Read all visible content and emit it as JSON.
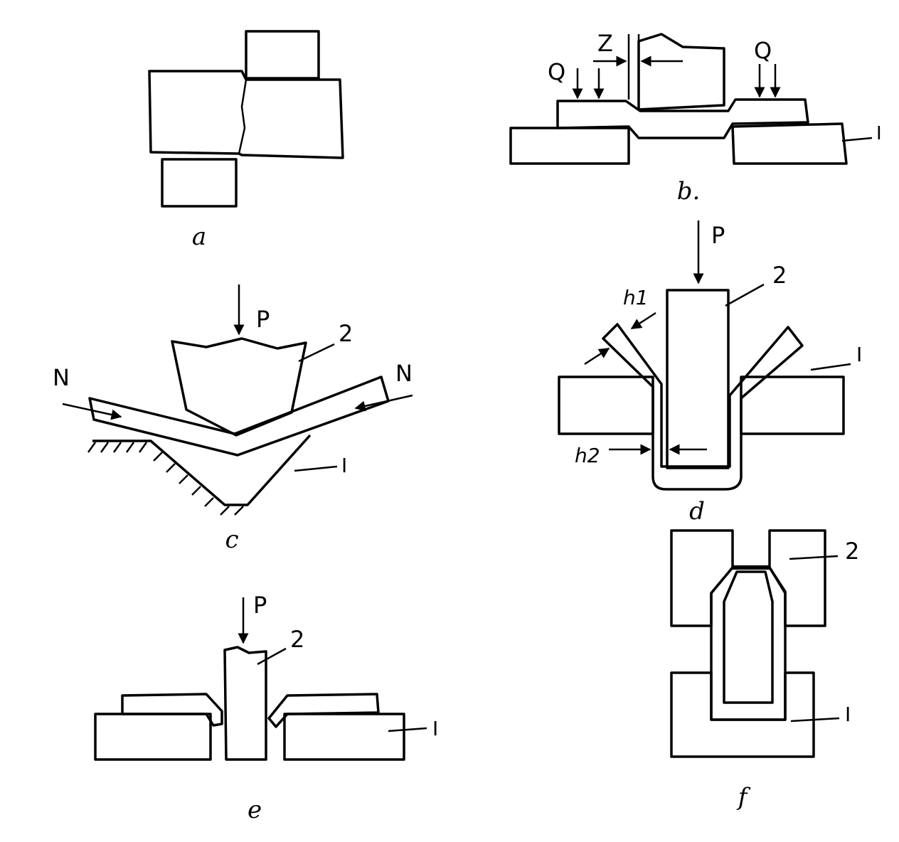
{
  "panels": {
    "a": {
      "caption": "a"
    },
    "b": {
      "caption": "b.",
      "z_label": "Z",
      "q_left": "Q",
      "q_right": "Q",
      "tool_1": "I"
    },
    "c": {
      "caption": "c",
      "force": "P",
      "n_left": "N",
      "n_right": "N",
      "tool_2": "2",
      "tool_1": "I"
    },
    "d": {
      "caption": "d",
      "force": "P",
      "tool_2": "2",
      "tool_1": "I",
      "h1": "h1",
      "h2": "h2"
    },
    "e": {
      "caption": "e",
      "force": "P",
      "tool_2": "2",
      "tool_1": "I"
    },
    "f": {
      "caption": "f",
      "tool_2": "2",
      "tool_1": "I"
    }
  },
  "colors": {
    "ink": "#000000",
    "paper": "#ffffff"
  }
}
